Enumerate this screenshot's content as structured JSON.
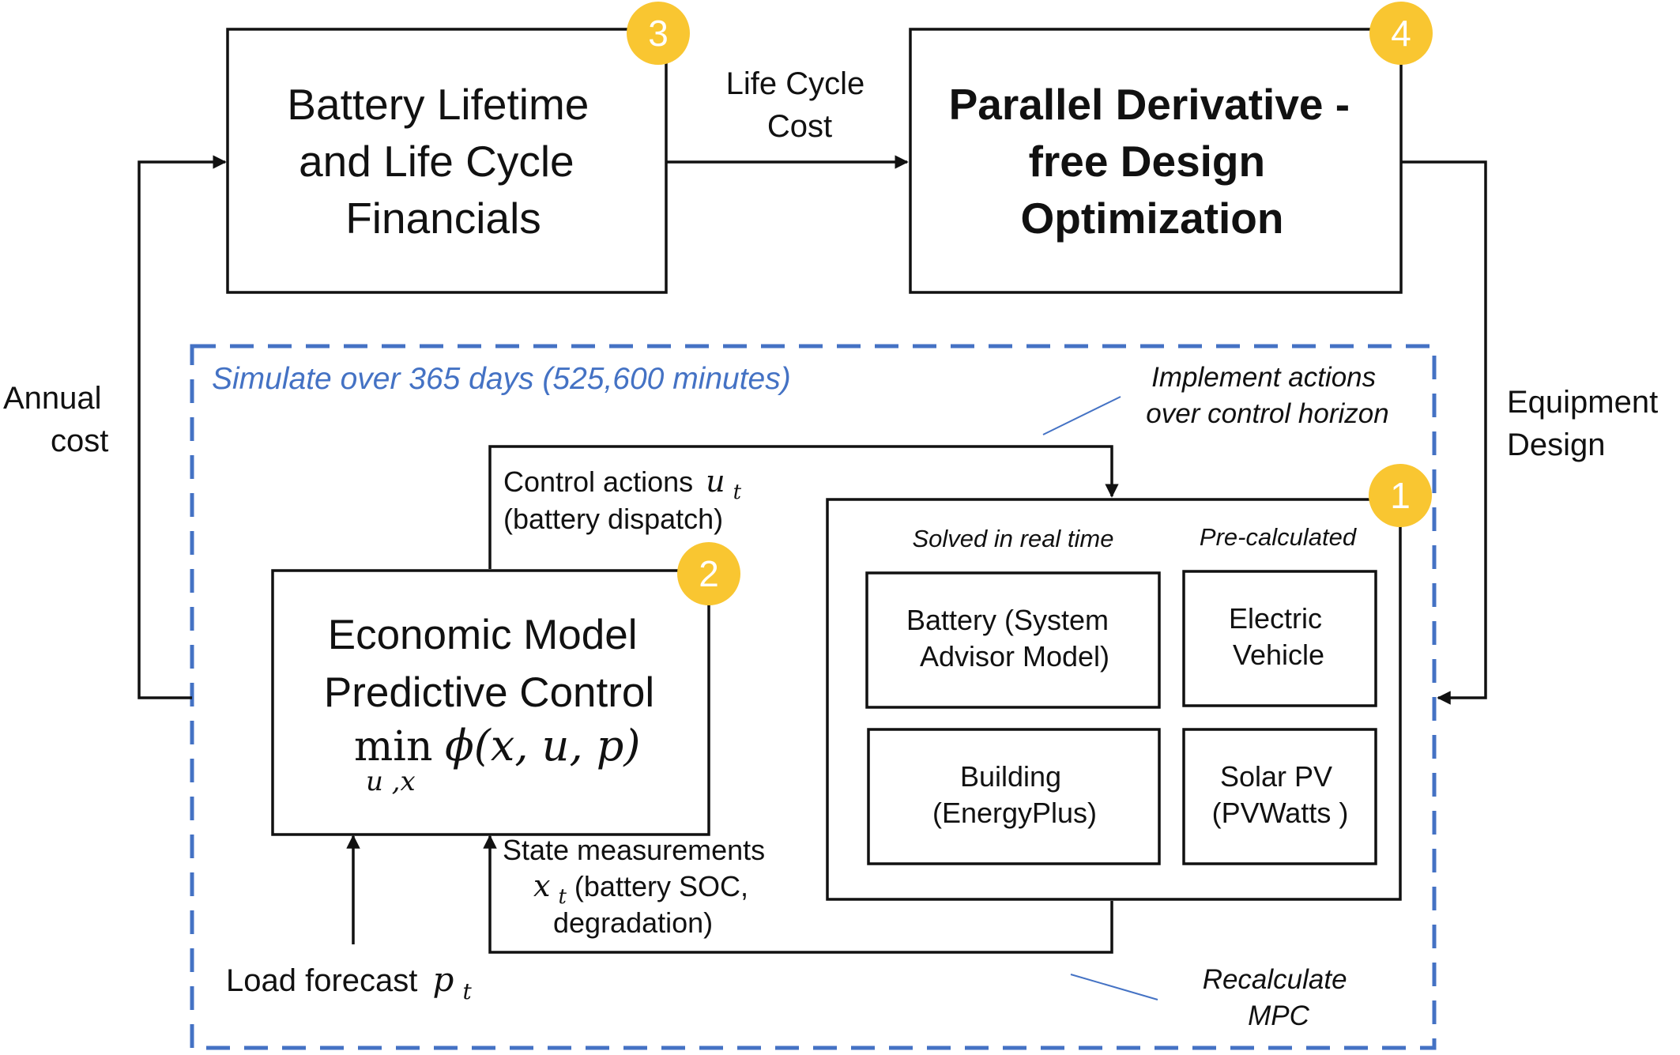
{
  "box3": {
    "lines": [
      "Battery Lifetime",
      "and Life Cycle",
      "Financials"
    ],
    "badge": "3"
  },
  "box4": {
    "lines": [
      "Parallel Derivative -",
      "free Design",
      "Optimization"
    ],
    "badge": "4"
  },
  "life_cycle_cost": {
    "lines": [
      "Life Cycle",
      "Cost"
    ]
  },
  "annual_cost": {
    "lines": [
      "Annual",
      "cost"
    ]
  },
  "equipment_design": {
    "lines": [
      "Equipment",
      "Design"
    ]
  },
  "simulate_label": "Simulate over 365 days (525,600 minutes)",
  "implement_label": {
    "lines": [
      "Implement actions",
      "over control horizon"
    ]
  },
  "recalculate_label": {
    "lines": [
      "Recalculate",
      "MPC"
    ]
  },
  "control_actions": {
    "line1": "Control actions",
    "symbol": "u",
    "sub": "t",
    "line2": "(battery dispatch)"
  },
  "state_measurements": {
    "line1": "State measurements",
    "symbol": "x",
    "sub": "t",
    "line2": " (battery SOC,",
    "line3": "degradation)"
  },
  "load_forecast": {
    "text": "Load forecast",
    "symbol": "p",
    "sub": "t"
  },
  "mpc": {
    "lines": [
      "Economic Model",
      "Predictive Control"
    ],
    "formula_min": "min",
    "formula_expr": "ϕ(x, u, p)",
    "formula_sub": "u ,x",
    "badge": "2"
  },
  "simulation": {
    "badge": "1",
    "realtime_header": "Solved in real time",
    "precalc_header": "Pre-calculated",
    "battery": [
      "Battery (System",
      "Advisor Model)"
    ],
    "ev": [
      "Electric",
      "Vehicle"
    ],
    "building": [
      "Building",
      "(EnergyPlus)"
    ],
    "solar": [
      "Solar PV",
      "(PVWatts )"
    ]
  },
  "colors": {
    "accent_blue": "#4472c4",
    "badge_yellow": "#f9c631",
    "stroke": "#111111"
  }
}
